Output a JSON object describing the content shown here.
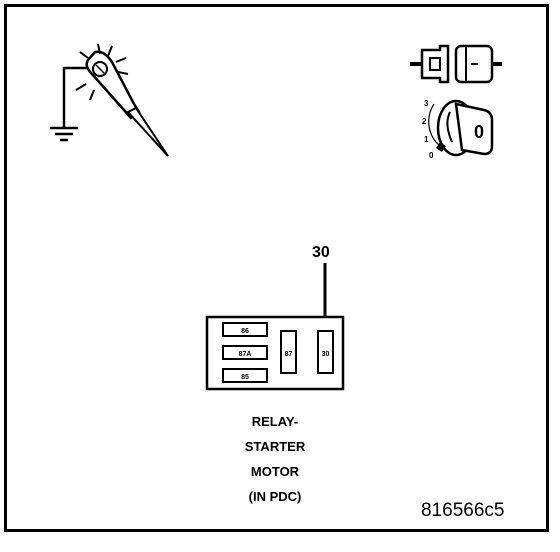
{
  "diagram": {
    "pin_callout": "30",
    "relay_pins": {
      "pin_86": "86",
      "pin_87a": "87A",
      "pin_85": "85",
      "pin_87": "87",
      "pin_30": "30"
    },
    "relay_label": [
      "RELAY-",
      "STARTER",
      "MOTOR",
      "(IN PDC)"
    ],
    "figure_id": "816566c5",
    "ignition_positions": [
      "3",
      "2",
      "1",
      "0"
    ],
    "key_cylinder_value": "0"
  },
  "icons": {
    "test_light": "test-light-probe-icon",
    "ground": "ground-symbol-icon",
    "connector": "disconnected-connector-icon",
    "ignition": "ignition-switch-key-icon"
  }
}
